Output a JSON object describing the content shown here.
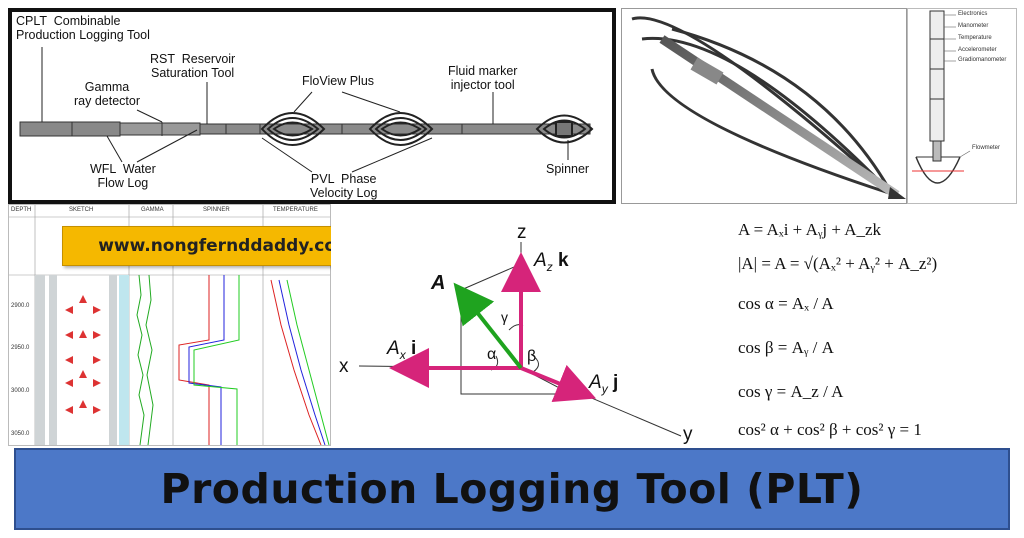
{
  "tool_diagram": {
    "labels": {
      "cplt": "CPLT  Combinable\nProduction Logging Tool",
      "rst": "RST  Reservoir\nSaturation Tool",
      "fluid_marker": "Fluid marker\ninjector tool",
      "gamma": "Gamma\nray detector",
      "floview": "FloView Plus",
      "wfl": "WFL  Water\nFlow Log",
      "pvl": "PVL  Phase\nVelocity Log",
      "spinner": "Spinner"
    }
  },
  "schematic": {
    "labels": [
      "Electronics",
      "Manometer",
      "Temperature",
      "Accelerometer",
      "Gradiomanometer",
      "Flowmeter"
    ]
  },
  "log_plot": {
    "headers": [
      "DEPTH",
      "SKETCH",
      "GAMMA",
      "SPINNER",
      "TEMPERATURE"
    ],
    "depths": [
      "2900.0",
      "2950.0",
      "3000.0",
      "3050.0"
    ]
  },
  "website": "www.nongfernddaddy.com",
  "vector_diagram": {
    "axis_x": "x",
    "axis_y": "y",
    "axis_z": "z",
    "vector_A": "A",
    "comp_x": "A",
    "comp_x_sub": "x",
    "comp_x_unit": "i",
    "comp_y": "A",
    "comp_y_sub": "y",
    "comp_y_unit": "j",
    "comp_z": "A",
    "comp_z_sub": "z",
    "comp_z_unit": "k",
    "alpha": "α",
    "beta": "β",
    "gamma": "γ"
  },
  "formulas": {
    "f1": "A = Aₓi + Aᵧj + A_zk",
    "f2": "|A| = A = √(Aₓ² + Aᵧ² + A_z²)",
    "f3": "cos α = Aₓ / A",
    "f4": "cos β = Aᵧ / A",
    "f5": "cos γ = A_z / A",
    "f6": "cos² α + cos² β + cos² γ = 1"
  },
  "banner_title": "Production Logging Tool (PLT)",
  "colors": {
    "banner": "#4c78c8",
    "badge": "#f5b800",
    "component_vector": "#d6247a",
    "main_vector": "#1fa31f"
  }
}
